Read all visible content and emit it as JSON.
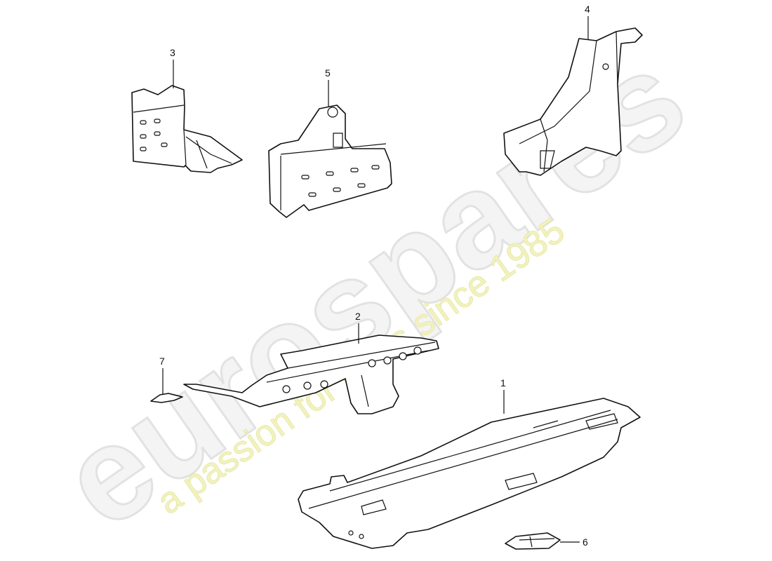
{
  "watermark": {
    "logo": "eurospares",
    "tagline": "a passion for parts since 1985"
  },
  "callouts": [
    {
      "id": "1",
      "label": "1"
    },
    {
      "id": "2",
      "label": "2"
    },
    {
      "id": "3",
      "label": "3"
    },
    {
      "id": "4",
      "label": "4"
    },
    {
      "id": "5",
      "label": "5"
    },
    {
      "id": "6",
      "label": "6"
    },
    {
      "id": "7",
      "label": "7"
    }
  ]
}
